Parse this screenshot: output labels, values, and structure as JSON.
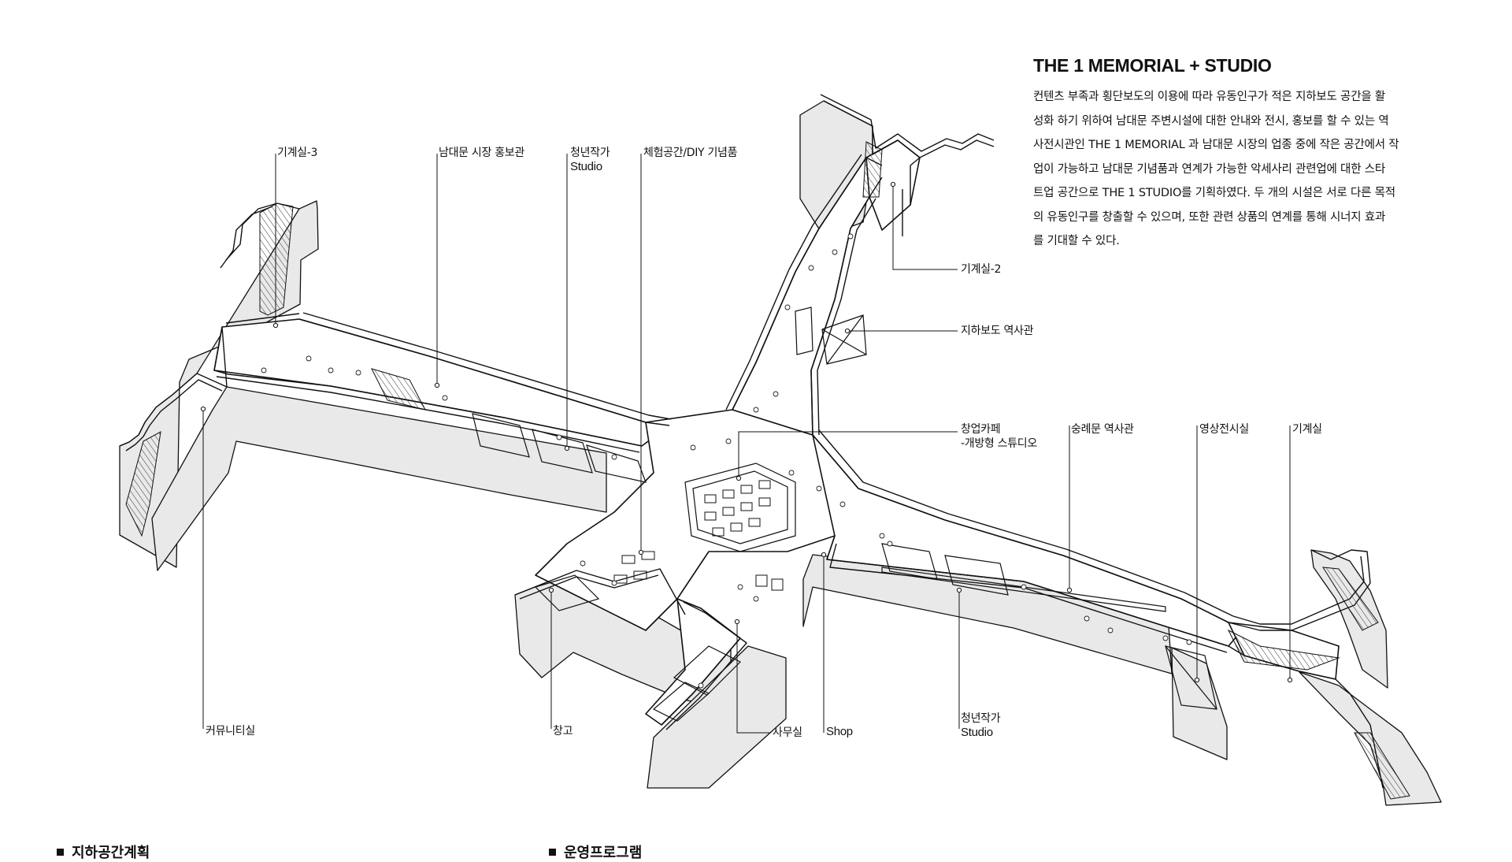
{
  "header": {
    "title": "THE 1 MEMORIAL + STUDIO",
    "description_lines": [
      "컨텐츠 부족과 횡단보도의 이용에 따라 유동인구가 적은 지하보도 공간을 활",
      "성화 하기 위하여 남대문 주변시설에 대한 안내와 전시, 홍보를 할 수 있는 역",
      "사전시관인 THE 1 MEMORIAL 과 남대문 시장의 업종 중에 작은 공간에서 작",
      "업이 가능하고 남대문 기념품과 연계가 가능한 악세사리 관련업에 대한 스타",
      "트업 공간으로 THE 1 STUDIO를 기획하였다. 두 개의 시설은 서로 다른 목적",
      "의 유동인구를 창출할 수 있으며, 또한 관련 상품의 연계를 통해 시너지 효과",
      "를 기대할 수 있다."
    ]
  },
  "labels": {
    "machine_room_3": "기계실-3",
    "market_pr_hall": "남대문 시장 홍보관",
    "young_artist_studio_1_kr": "청년작가",
    "young_artist_studio_1_en": "Studio",
    "experience_diy": "체험공간/DIY 기념품",
    "machine_room_2": "기계실-2",
    "underpass_history": "지하보도 역사관",
    "startup_cafe_1": "창업카페",
    "startup_cafe_2": "-개방형 스튜디오",
    "sungnyemun_history": "숭례문 역사관",
    "video_exhibition": "영상전시실",
    "machine_room": "기계실",
    "community_room": "커뮤니티실",
    "storage": "창고",
    "office": "사무실",
    "shop": "Shop",
    "young_artist_studio_2_kr": "청년작가",
    "young_artist_studio_2_en": "Studio"
  },
  "sections": {
    "left": "지하공간계획",
    "right": "운영프로그램"
  },
  "colors": {
    "ink": "#111111",
    "wall_side": "#e8e8e8",
    "wall_top": "#ffffff",
    "floor": "#ffffff"
  }
}
